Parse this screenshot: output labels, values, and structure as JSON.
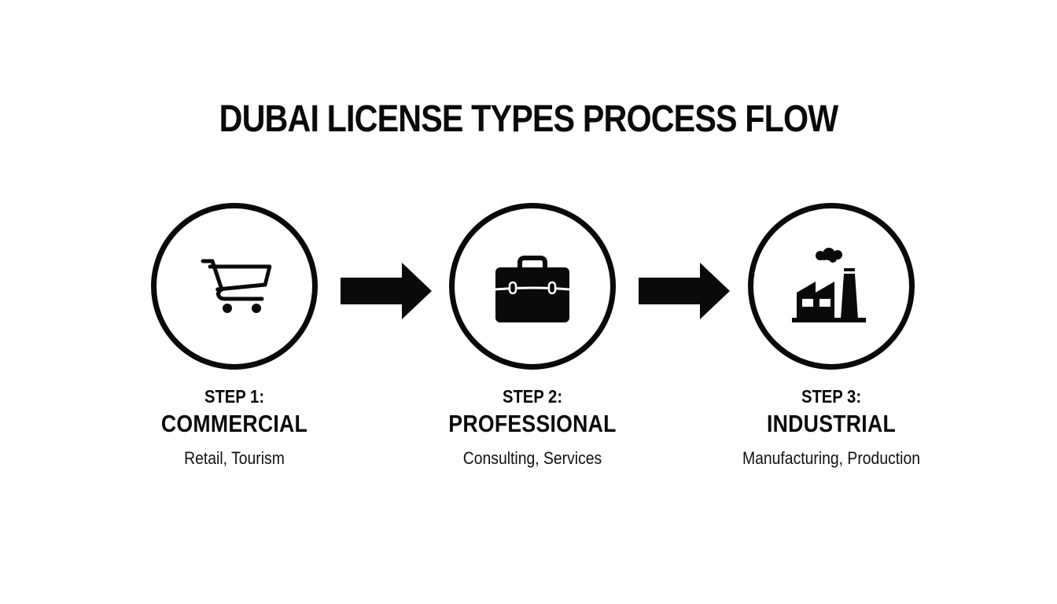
{
  "title": "DUBAI LICENSE TYPES PROCESS FLOW",
  "steps": [
    {
      "step_label": "STEP 1:",
      "name": "COMMERCIAL",
      "description": "Retail, Tourism",
      "icon": "shopping-cart-icon"
    },
    {
      "step_label": "STEP 2:",
      "name": "PROFESSIONAL",
      "description": "Consulting, Services",
      "icon": "briefcase-icon"
    },
    {
      "step_label": "STEP 3:",
      "name": "INDUSTRIAL",
      "description": "Manufacturing, Production",
      "icon": "factory-icon"
    }
  ],
  "connectors": [
    {
      "icon": "arrow-right-icon",
      "from": "STEP 1",
      "to": "STEP 2"
    },
    {
      "icon": "arrow-right-icon",
      "from": "STEP 2",
      "to": "STEP 3"
    }
  ],
  "colors": {
    "background": "#fefefe",
    "foreground": "#0a0a0a"
  }
}
